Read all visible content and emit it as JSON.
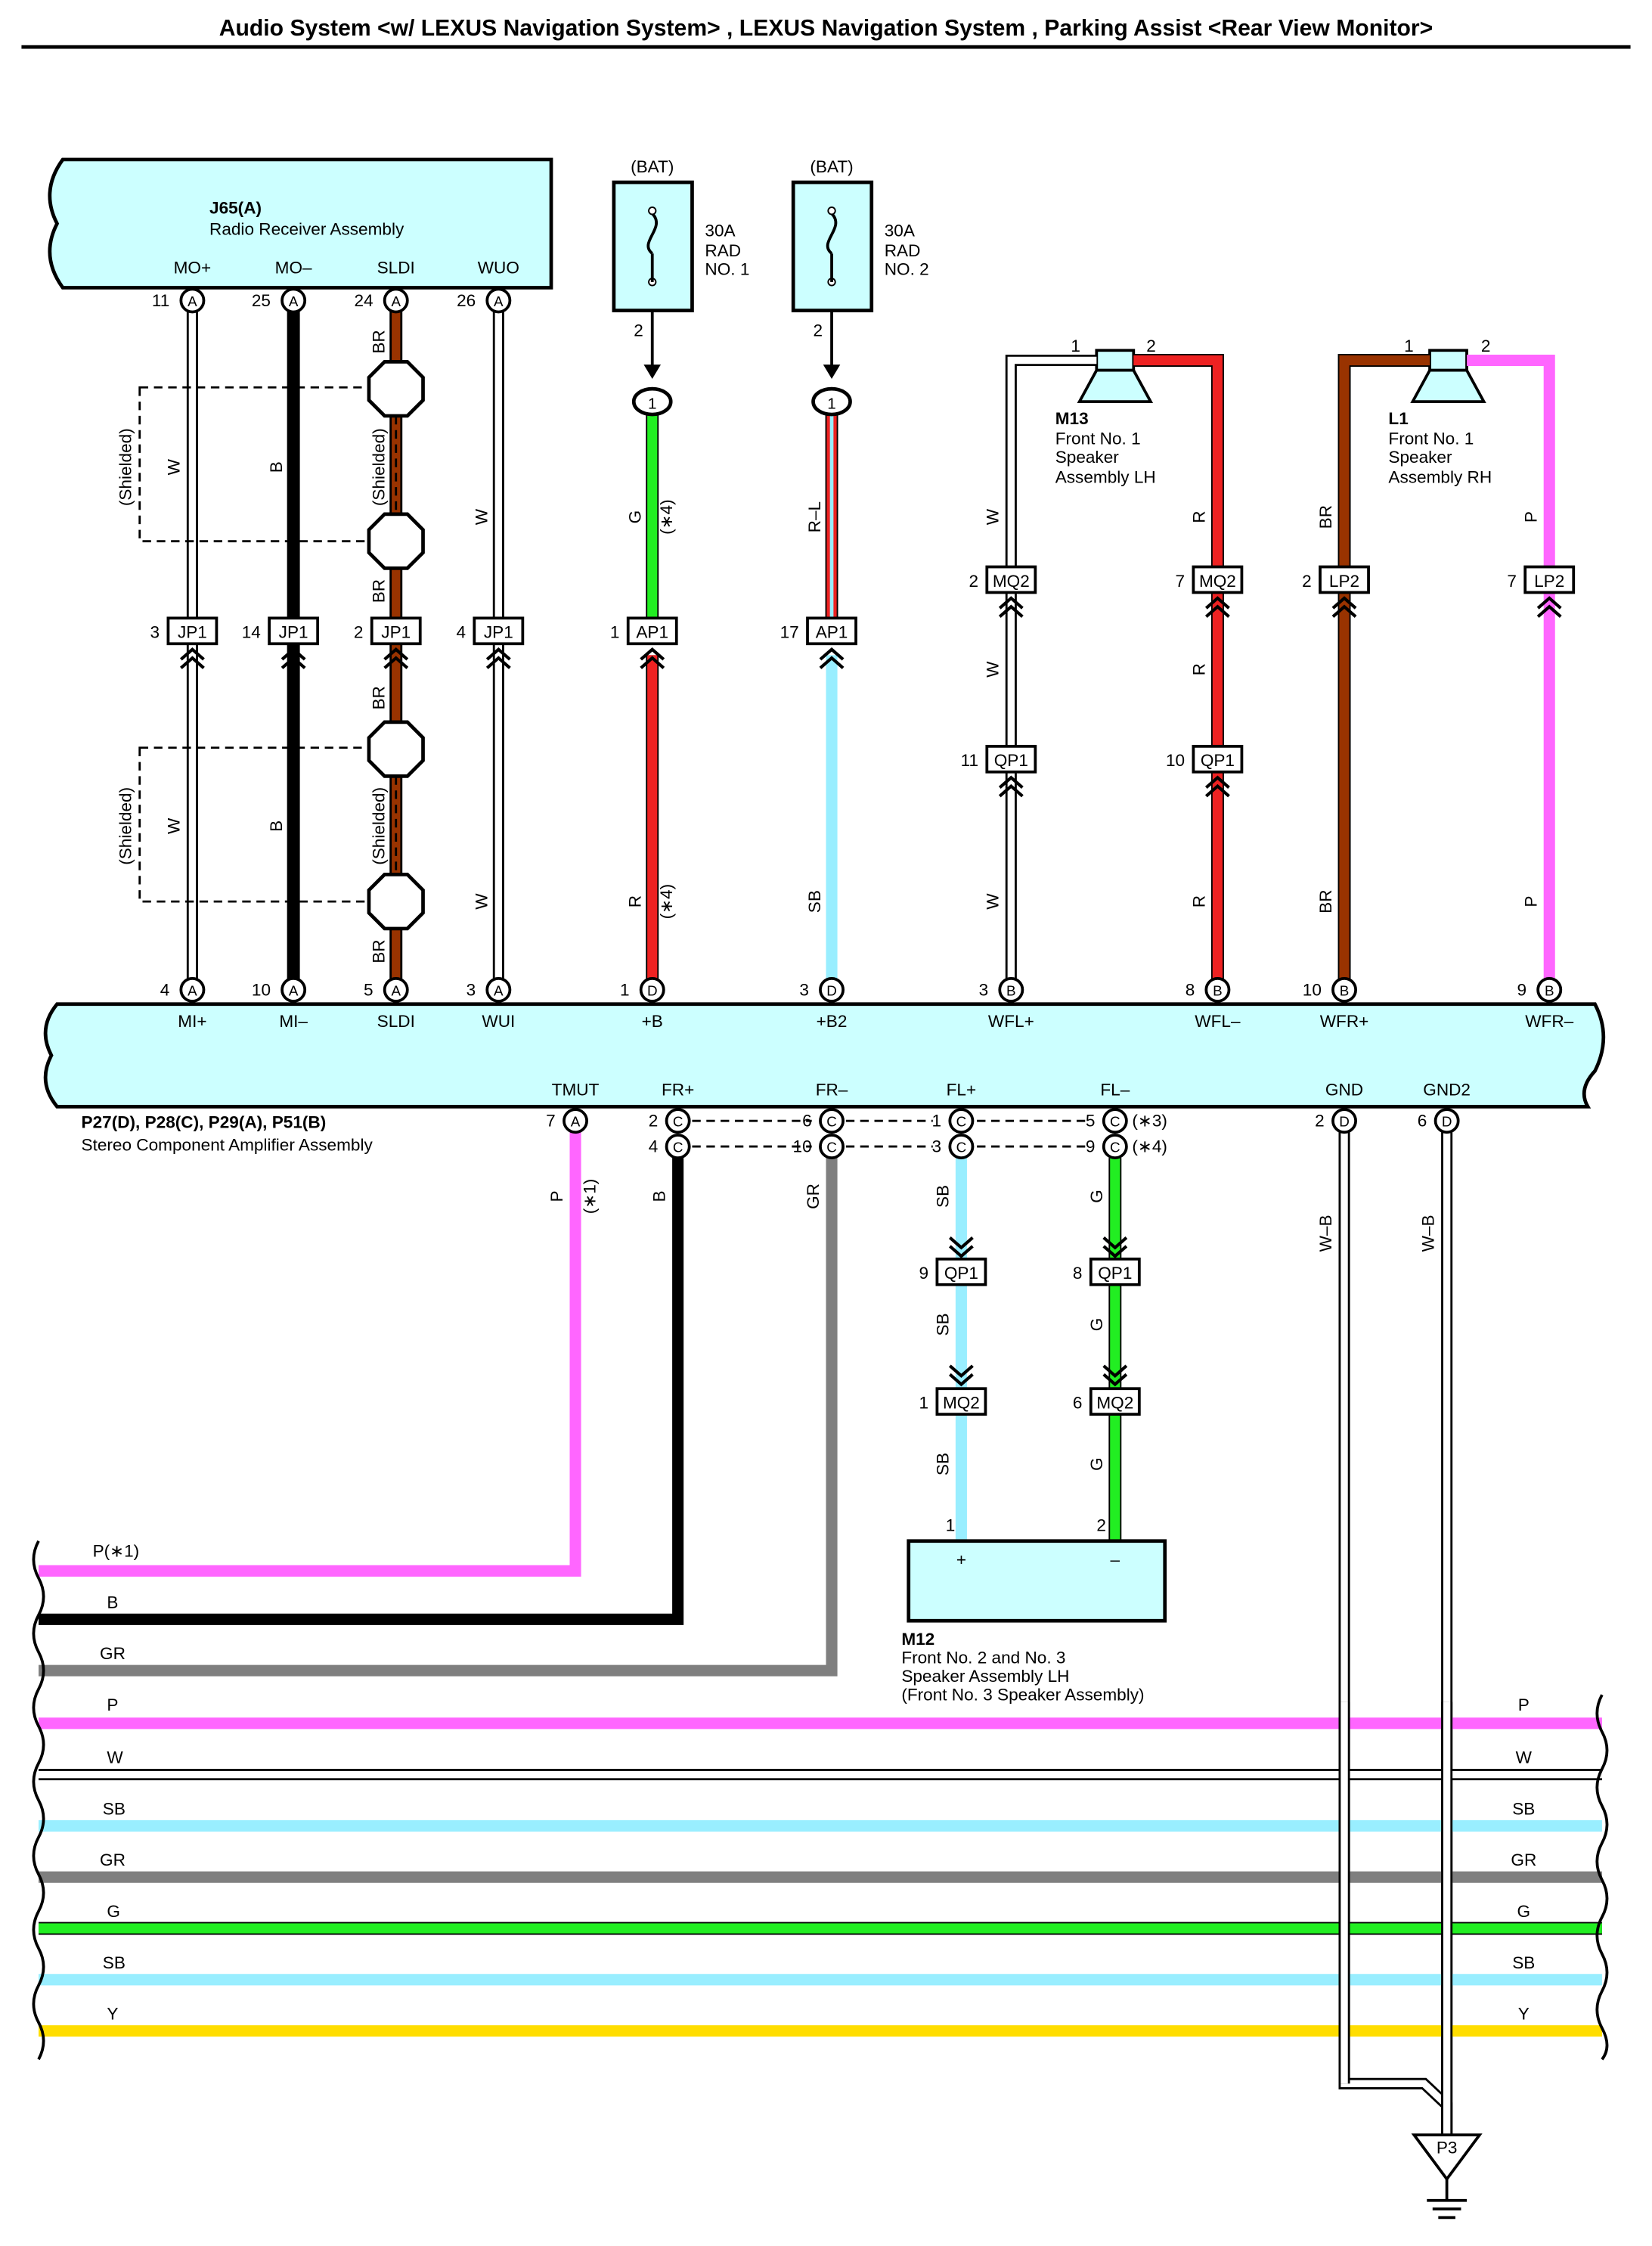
{
  "title": "Audio System <w/ LEXUS Navigation System> , LEXUS Navigation System , Parking Assist <Rear View Monitor>",
  "components": {
    "radio": {
      "code": "J65(A)",
      "name": "Radio Receiver Assembly",
      "pins": [
        {
          "num": "11",
          "letter": "A",
          "label": "MO+"
        },
        {
          "num": "25",
          "letter": "A",
          "label": "MO–"
        },
        {
          "num": "24",
          "letter": "A",
          "label": "SLDI"
        },
        {
          "num": "26",
          "letter": "A",
          "label": "WUO"
        }
      ]
    },
    "amplifier": {
      "code": "P27(D), P28(C), P29(A), P51(B)",
      "name": "Stereo Component Amplifier Assembly",
      "top_pins": [
        {
          "num": "4",
          "letter": "A",
          "label": "MI+"
        },
        {
          "num": "10",
          "letter": "A",
          "label": "MI–"
        },
        {
          "num": "5",
          "letter": "A",
          "label": "SLDI"
        },
        {
          "num": "3",
          "letter": "A",
          "label": "WUI"
        },
        {
          "num": "1",
          "letter": "D",
          "label": "+B"
        },
        {
          "num": "3",
          "letter": "D",
          "label": "+B2"
        },
        {
          "num": "3",
          "letter": "B",
          "label": "WFL+"
        },
        {
          "num": "8",
          "letter": "B",
          "label": "WFL–"
        },
        {
          "num": "10",
          "letter": "B",
          "label": "WFR+"
        },
        {
          "num": "9",
          "letter": "B",
          "label": "WFR–"
        }
      ],
      "bottom_labels": [
        "TMUT",
        "FR+",
        "FR–",
        "FL+",
        "FL–",
        "GND",
        "GND2"
      ],
      "bottom_pins": [
        {
          "num": "7",
          "letter": "A"
        },
        {
          "num": "2",
          "letter": "C"
        },
        {
          "num": "4",
          "letter": "C"
        },
        {
          "num": "6",
          "letter": "C"
        },
        {
          "num": "10",
          "letter": "C"
        },
        {
          "num": "1",
          "letter": "C"
        },
        {
          "num": "3",
          "letter": "C"
        },
        {
          "num": "5",
          "letter": "C"
        },
        {
          "num": "9",
          "letter": "C"
        },
        {
          "num": "2",
          "letter": "D"
        },
        {
          "num": "6",
          "letter": "D"
        }
      ],
      "notes": [
        "(∗3)",
        "(∗4)"
      ]
    },
    "fuses": [
      {
        "source": "(BAT)",
        "rating": "30A",
        "name1": "RAD",
        "name2": "NO. 1",
        "pin": "2",
        "junction": "1"
      },
      {
        "source": "(BAT)",
        "rating": "30A",
        "name1": "RAD",
        "name2": "NO. 2",
        "pin": "2",
        "junction": "1"
      }
    ],
    "speaker_lh": {
      "code": "M13",
      "line1": "Front No.  1",
      "line2": "Speaker",
      "line3": "Assembly LH",
      "pin1": "1",
      "pin2": "2"
    },
    "speaker_rh": {
      "code": "L1",
      "line1": "Front No.  1",
      "line2": "Speaker",
      "line3": "Assembly RH",
      "pin1": "1",
      "pin2": "2"
    },
    "speaker_m12": {
      "code": "M12",
      "line1": "Front No.  2 and No.  3",
      "line2": "Speaker Assembly LH",
      "line3": "(Front No.  3 Speaker Assembly)",
      "plus": "+",
      "minus": "–",
      "pin1": "1",
      "pin2": "2"
    },
    "ground": {
      "label": "P3"
    }
  },
  "connectors": {
    "jp1": [
      {
        "num": "3",
        "name": "JP1"
      },
      {
        "num": "14",
        "name": "JP1"
      },
      {
        "num": "2",
        "name": "JP1"
      },
      {
        "num": "4",
        "name": "JP1"
      }
    ],
    "ap1": [
      {
        "num": "1",
        "name": "AP1"
      },
      {
        "num": "17",
        "name": "AP1"
      }
    ],
    "mq2_top": [
      {
        "num": "2",
        "name": "MQ2"
      },
      {
        "num": "7",
        "name": "MQ2"
      }
    ],
    "lp2": [
      {
        "num": "2",
        "name": "LP2"
      },
      {
        "num": "7",
        "name": "LP2"
      }
    ],
    "qp1_top": [
      {
        "num": "11",
        "name": "QP1"
      },
      {
        "num": "10",
        "name": "QP1"
      }
    ],
    "qp1_bottom": [
      {
        "num": "9",
        "name": "QP1"
      },
      {
        "num": "8",
        "name": "QP1"
      }
    ],
    "mq2_bottom": [
      {
        "num": "1",
        "name": "MQ2"
      },
      {
        "num": "6",
        "name": "MQ2"
      }
    ]
  },
  "wire_labels": {
    "shielded": "(Shielded)",
    "W": "W",
    "B": "B",
    "BR": "BR",
    "G": "G",
    "R": "R",
    "RL": "R–L",
    "SB": "SB",
    "P": "P",
    "GR": "GR",
    "WB": "W–B",
    "Y": "Y",
    "star4": "(∗4)",
    "star1": "(∗1)"
  },
  "harness_left": [
    "P(∗1)",
    "B",
    "GR",
    "P",
    "W",
    "SB",
    "GR",
    "G",
    "SB",
    "Y"
  ],
  "harness_right": [
    "P",
    "W",
    "SB",
    "GR",
    "G",
    "SB",
    "Y"
  ],
  "colors": {
    "P": "#ff66ff",
    "B": "#000000",
    "GR": "#7f7f7f",
    "W": "#ffffff",
    "SB": "#99eeff",
    "G": "#22ee22",
    "Y": "#ffdd00",
    "R": "#ee2222",
    "BR": "#993300",
    "box": "#ccffff"
  }
}
